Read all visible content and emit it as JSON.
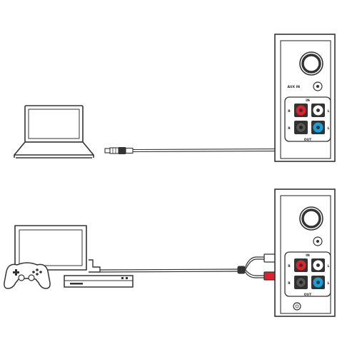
{
  "diagram": {
    "top_setup": {
      "source_device": "laptop-icon",
      "cable": "3.5mm-stereo-cable",
      "speaker": {
        "knob": "volume-knob-icon",
        "aux_label": "AUX IN",
        "in_label": "IN",
        "out_label": "OUT",
        "jacks": [
          {
            "side_label": "R",
            "color": "#e0202a"
          },
          {
            "side_label": "L",
            "color": "#ffffff"
          },
          {
            "side_label": "R",
            "color": "#555555"
          },
          {
            "side_label": "L",
            "color": "#1aa0d8"
          }
        ]
      }
    },
    "bottom_setup": {
      "source_devices": [
        "monitor-icon",
        "gamepad-icon",
        "game-console-icon"
      ],
      "cable": "rca-stereo-cable",
      "rca_plug_colors": [
        "#ffffff",
        "#e0202a"
      ],
      "speaker": {
        "knob": "volume-knob-icon",
        "in_label": "IN",
        "out_label": "OUT",
        "power_button": "power-button-icon",
        "jacks": [
          {
            "side_label": "R",
            "color": "#e0202a"
          },
          {
            "side_label": "L",
            "color": "#ffffff"
          },
          {
            "side_label": "R",
            "color": "#555555"
          },
          {
            "side_label": "L",
            "color": "#1aa0d8"
          }
        ]
      }
    }
  }
}
